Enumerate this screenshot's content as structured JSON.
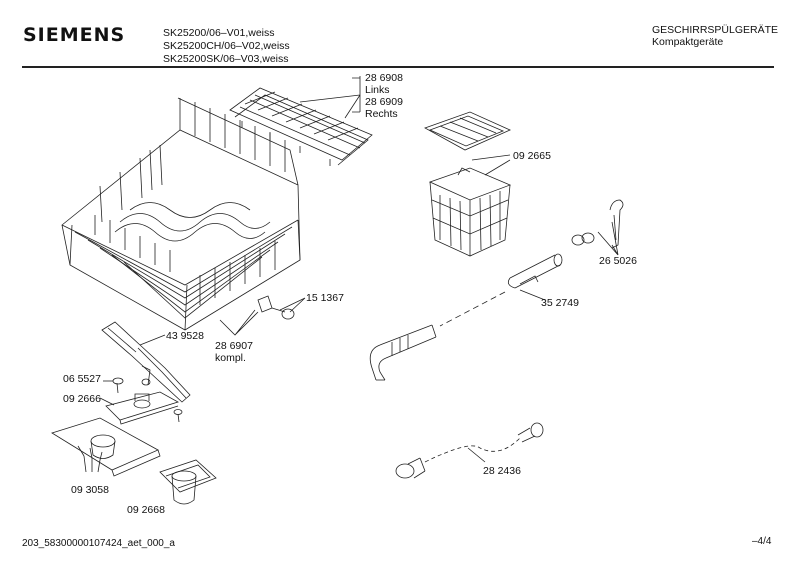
{
  "header": {
    "brand": "SIEMENS",
    "models": [
      "SK25200/06–V01,weiss",
      "SK25200CH/06–V02,weiss",
      "SK25200SK/06–V03,weiss"
    ],
    "category": "GESCHIRRSPÜLGERÄTE",
    "subcategory": "Kompaktgeräte"
  },
  "parts": {
    "p286908": "28 6908",
    "links": "Links",
    "p286909": "28 6909",
    "rechts": "Rechts",
    "p092665": "09 2665",
    "p265026": "26 5026",
    "p151367": "15 1367",
    "p352749": "35 2749",
    "p439528": "43 9528",
    "p286907": "28 6907",
    "kompl": "kompl.",
    "p065527": "06 5527",
    "p092666": "09 2666",
    "p093058": "09 3058",
    "p092668": "09 2668",
    "p282436": "28 2436"
  },
  "footer": {
    "doc_id": "203_58300000107424_aet_000_a",
    "page": "–4/4"
  }
}
